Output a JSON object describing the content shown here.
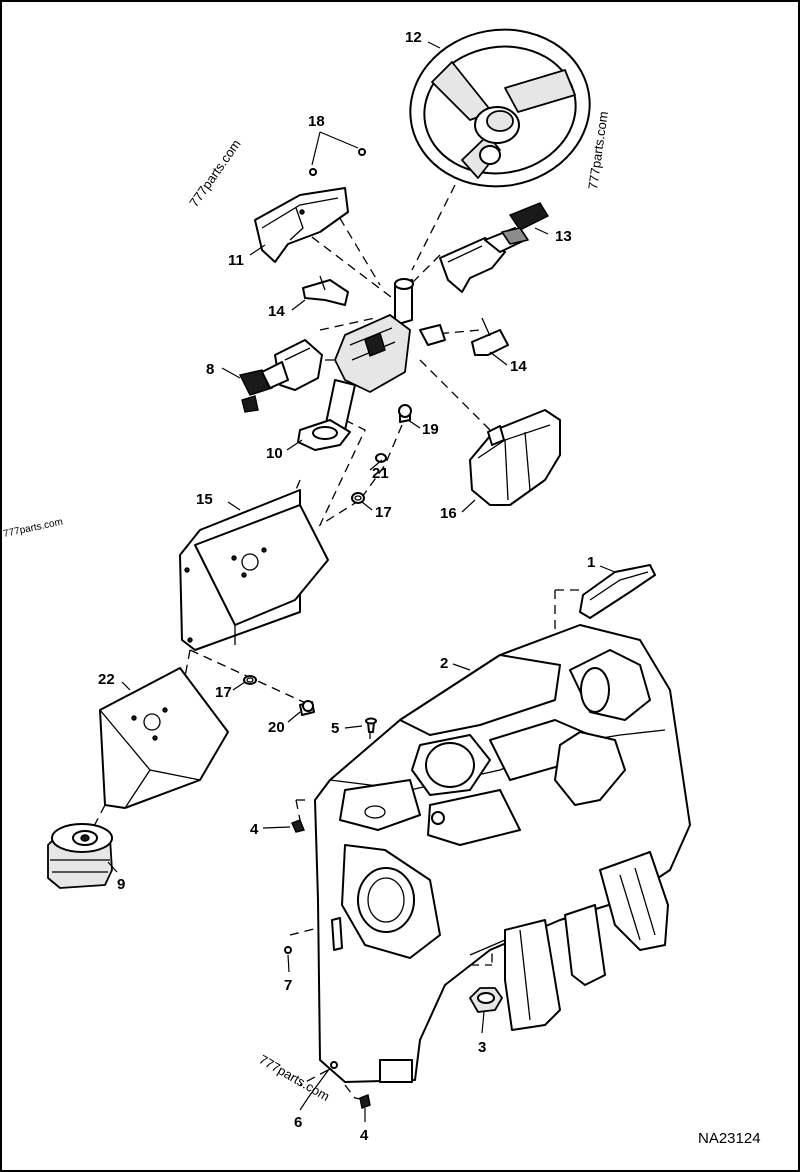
{
  "drawing_number": "NA23124",
  "watermarks": [
    "777parts.com",
    "777parts.com",
    "777parts.com",
    "777parts.com"
  ],
  "callouts": [
    {
      "id": "c1",
      "label": "1"
    },
    {
      "id": "c2",
      "label": "2"
    },
    {
      "id": "c3",
      "label": "3"
    },
    {
      "id": "c4a",
      "label": "4"
    },
    {
      "id": "c4b",
      "label": "4"
    },
    {
      "id": "c5",
      "label": "5"
    },
    {
      "id": "c6",
      "label": "6"
    },
    {
      "id": "c7",
      "label": "7"
    },
    {
      "id": "c8",
      "label": "8"
    },
    {
      "id": "c9",
      "label": "9"
    },
    {
      "id": "c10",
      "label": "10"
    },
    {
      "id": "c11",
      "label": "11"
    },
    {
      "id": "c12",
      "label": "12"
    },
    {
      "id": "c13",
      "label": "13"
    },
    {
      "id": "c14a",
      "label": "14"
    },
    {
      "id": "c14b",
      "label": "14"
    },
    {
      "id": "c15",
      "label": "15"
    },
    {
      "id": "c16",
      "label": "16"
    },
    {
      "id": "c17a",
      "label": "17"
    },
    {
      "id": "c17b",
      "label": "17"
    },
    {
      "id": "c18",
      "label": "18"
    },
    {
      "id": "c19",
      "label": "19"
    },
    {
      "id": "c20",
      "label": "20"
    },
    {
      "id": "c21",
      "label": "21"
    },
    {
      "id": "c22",
      "label": "22"
    }
  ]
}
